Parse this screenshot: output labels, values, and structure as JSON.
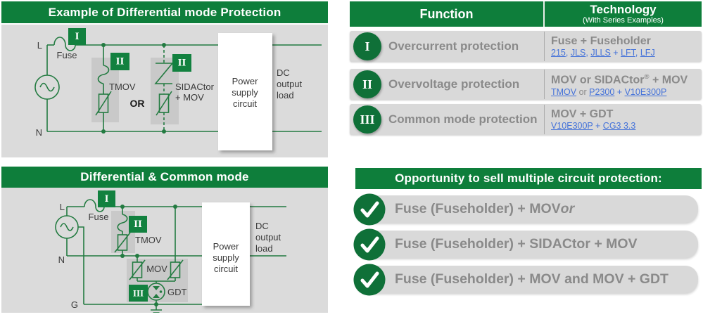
{
  "colors": {
    "brand_green": "#0E7E3B",
    "circle_green": "#0F7038",
    "badge_green": "#12813F",
    "wire_green": "#237B41",
    "panel_gray": "#DBDBDB",
    "component_gray": "#C9C9C9",
    "row_gray": "#D9D9D9",
    "label_gray": "#8A8A8A",
    "link_blue": "#4472D9"
  },
  "diagram1": {
    "title": "Example of Differential mode Protection",
    "L": "L",
    "N": "N",
    "fuse_label": "Fuse",
    "badge_fuse": "I",
    "badge_tmov": "II",
    "badge_sidactor": "II",
    "tmov": "TMOV",
    "or": "OR",
    "sidactor_1": "SIDACtor",
    "sidactor_2": "+ MOV",
    "power": [
      "Power",
      "supply",
      "circuit"
    ],
    "dc": [
      "DC",
      "output",
      "load"
    ]
  },
  "diagram2": {
    "title": "Differential & Common mode",
    "L": "L",
    "N": "N",
    "G": "G",
    "fuse_label": "Fuse",
    "badge_fuse": "I",
    "badge_tmov": "II",
    "badge_gdt": "III",
    "tmov": "TMOV",
    "mov": "MOV",
    "gdt": "GDT",
    "power": [
      "Power",
      "supply",
      "circuit"
    ],
    "dc": [
      "DC",
      "output",
      "load"
    ]
  },
  "table": {
    "header": {
      "function": "Function",
      "technology": "Technology",
      "technology_sub": "(With Series Examples)"
    },
    "rows": [
      {
        "numeral": "I",
        "function": "Overcurrent protection",
        "title_parts": [
          {
            "text": "Fuse + Fuseholder"
          }
        ],
        "link_parts": [
          {
            "text": "215",
            "link": true
          },
          {
            "text": ", "
          },
          {
            "text": "JLS",
            "link": true
          },
          {
            "text": ", "
          },
          {
            "text": "JLLS",
            "link": true
          },
          {
            "text": " + "
          },
          {
            "text": "LFT",
            "link": true
          },
          {
            "text": ", "
          },
          {
            "text": "LFJ",
            "link": true
          }
        ]
      },
      {
        "numeral": "II",
        "function": "Overvoltage protection",
        "title_parts": [
          {
            "text": "MOV or SIDACtor"
          },
          {
            "text": "®",
            "sup": true
          },
          {
            "text": " + MOV"
          }
        ],
        "link_parts": [
          {
            "text": "TMOV",
            "link": true
          },
          {
            "text": " or ",
            "muted": true
          },
          {
            "text": "P2300",
            "link": true
          },
          {
            "text": " + "
          },
          {
            "text": "V10E300P",
            "link": true
          }
        ]
      },
      {
        "numeral": "III",
        "function": "Common mode protection",
        "title_parts": [
          {
            "text": "MOV + GDT"
          }
        ],
        "link_parts": [
          {
            "text": "V10E300P",
            "link": true
          },
          {
            "text": " + "
          },
          {
            "text": "CG3 3.3",
            "link": true
          }
        ]
      }
    ]
  },
  "opportunity": {
    "title": "Opportunity to sell multiple circuit protection:",
    "items": [
      {
        "parts": [
          {
            "text": "Fuse (Fuseholder) + MOV "
          },
          {
            "text": "or",
            "italic": true
          }
        ]
      },
      {
        "parts": [
          {
            "text": "Fuse (Fuseholder) + SIDACtor + MOV"
          }
        ]
      },
      {
        "parts": [
          {
            "text": "Fuse (Fuseholder) + MOV and MOV + GDT"
          }
        ]
      }
    ]
  }
}
